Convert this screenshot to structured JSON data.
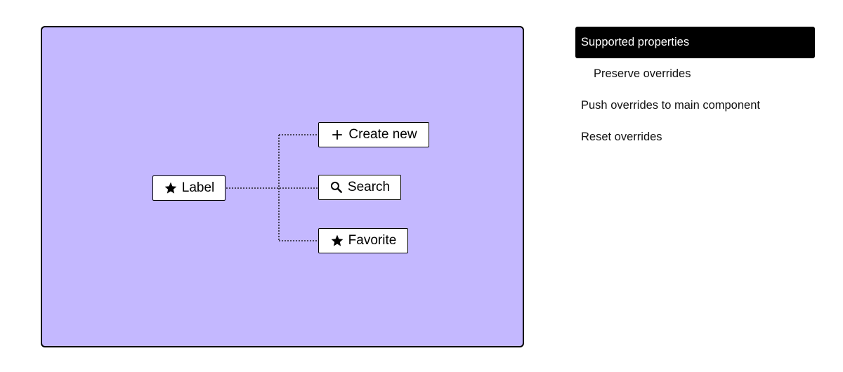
{
  "diagram": {
    "background_color": "#c4b8ff",
    "source_node": {
      "label": "Label",
      "icon": "star-icon"
    },
    "target_nodes": [
      {
        "label": "Create new",
        "icon": "plus-icon"
      },
      {
        "label": "Search",
        "icon": "search-icon"
      },
      {
        "label": "Favorite",
        "icon": "star-icon"
      }
    ]
  },
  "menu": {
    "items": [
      {
        "label": "Supported properties",
        "active": true
      },
      {
        "label": "Preserve overrides",
        "indented": true
      },
      {
        "label": "Push overrides to main component"
      },
      {
        "label": "Reset overrides"
      }
    ],
    "active_background": "#000000",
    "active_text_color": "#ffffff"
  }
}
